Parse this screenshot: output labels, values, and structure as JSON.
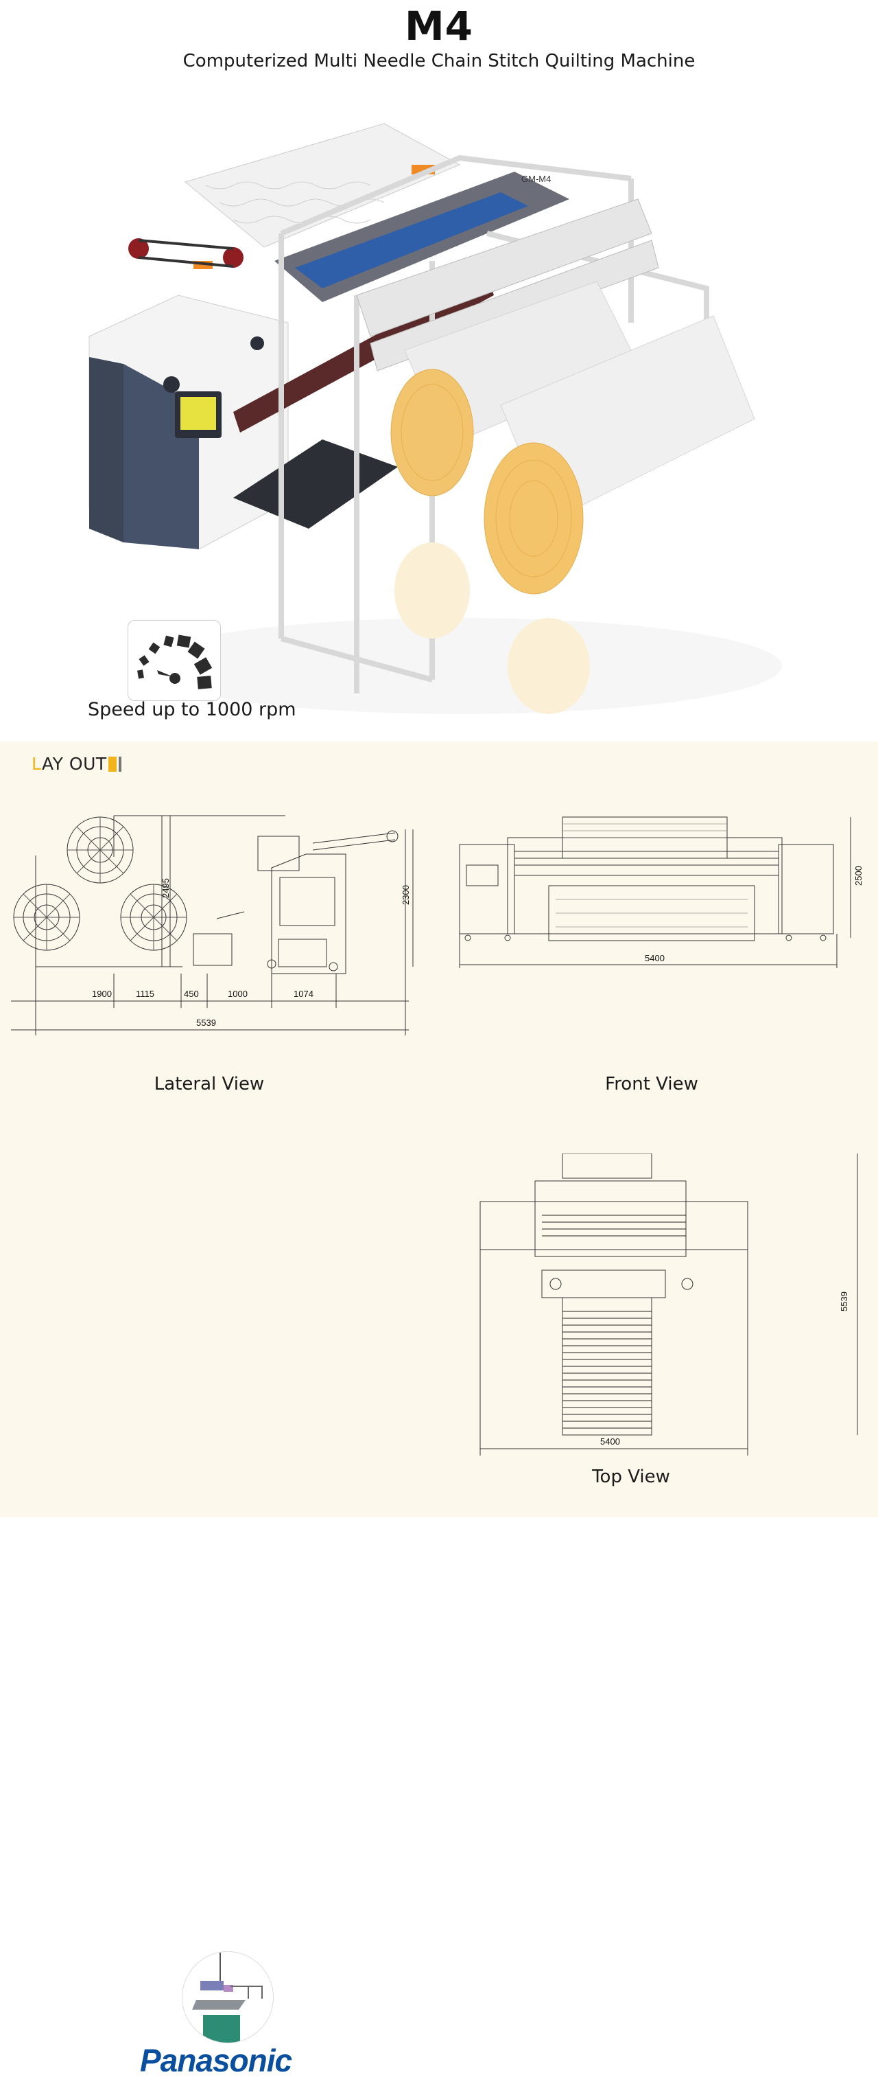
{
  "header": {
    "model": "M4",
    "subtitle": "Computerized Multi Needle Chain Stitch Quilting Machine"
  },
  "hero": {
    "machine_label": "GM-M4",
    "speed_text": "Speed up to 1000 rpm",
    "speed_icon": "speedometer-icon"
  },
  "layout": {
    "title_first": "L",
    "title_rest": "AY OUT",
    "accent_color": "#f2b31c",
    "lateral": {
      "label": "Lateral View",
      "dims": {
        "height_frame": "2495",
        "height_machine": "2300",
        "d1": "1900",
        "d2": "1115",
        "d3": "450",
        "d4": "1000",
        "d5": "1074",
        "total": "5539"
      }
    },
    "front": {
      "label": "Front View",
      "dims": {
        "height": "2500",
        "width": "5400"
      }
    },
    "top": {
      "label": "Top View",
      "dims": {
        "length": "5539",
        "width": "5400"
      }
    },
    "brand": "Panasonic",
    "brand_color": "#0a4f9e"
  }
}
